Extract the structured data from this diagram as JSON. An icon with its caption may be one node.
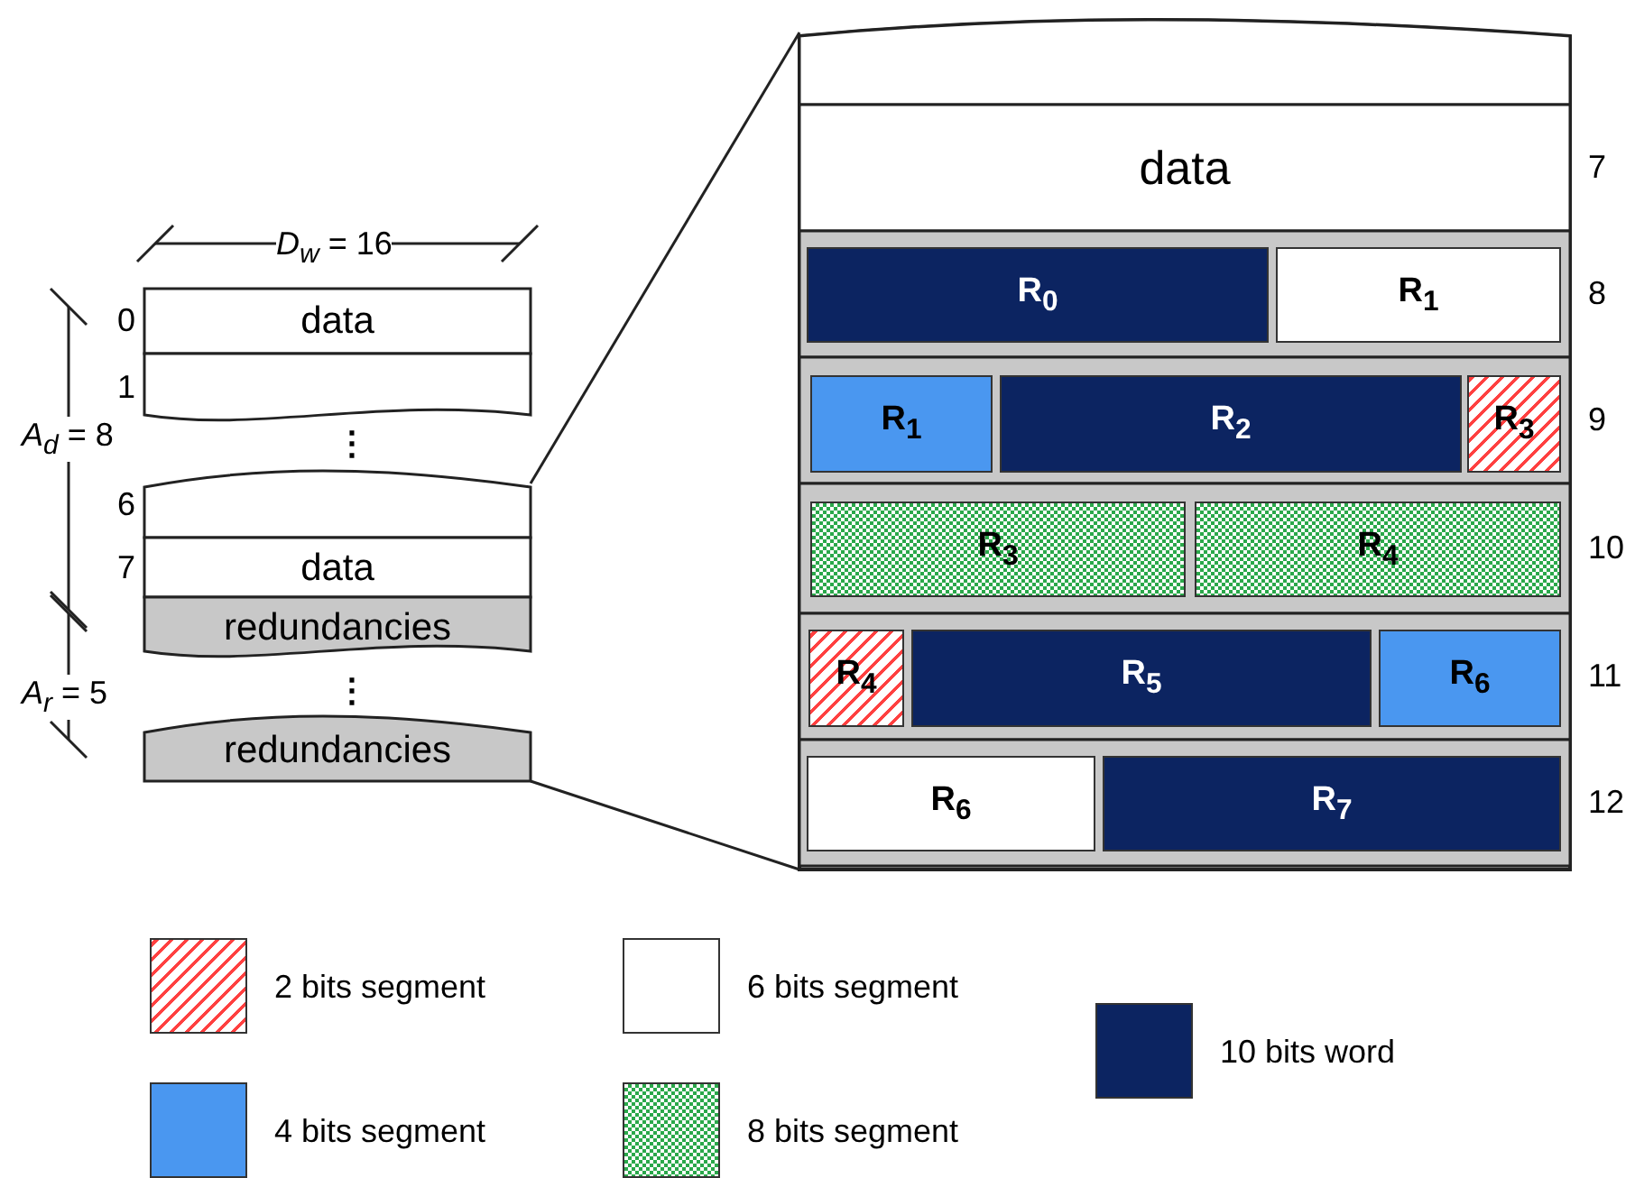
{
  "diagram": {
    "nodes": [
      {
        "text": [
          "data"
        ],
        "beside": [
          "0"
        ]
      },
      {
        "text": [],
        "shape": "box",
        "beside": [
          "1"
        ]
      },
      {
        "text": [],
        "shape": "box",
        "beside": [
          "6"
        ]
      },
      {
        "text": [
          "data"
        ],
        "beside": [
          "7"
        ]
      },
      {
        "text": [
          "redundancies"
        ]
      },
      {
        "text": [
          "redundancies"
        ]
      },
      {
        "text": [],
        "shape": "box"
      },
      {
        "text": [],
        "shape": "box",
        "in": 6
      },
      {
        "text": [
          "data"
        ],
        "in": 6,
        "beside": [
          "7"
        ]
      },
      {
        "text": [],
        "shape": "bar",
        "in": 6,
        "beside": [
          "8"
        ]
      },
      {
        "text": [],
        "shape": "bar",
        "in": 6,
        "beside": [
          "9"
        ]
      },
      {
        "text": [],
        "shape": "bar",
        "in": 6,
        "beside": [
          "10"
        ]
      },
      {
        "text": [],
        "shape": "bar",
        "in": 6,
        "beside": [
          "11"
        ]
      },
      {
        "text": [],
        "shape": "bar",
        "in": 6,
        "beside": [
          "12"
        ]
      },
      {
        "text": [
          "R$_{0}$"
        ],
        "in": 9
      },
      {
        "text": [
          "R$_{1}$"
        ],
        "in": 9
      },
      {
        "text": [
          "R$_{1}$"
        ],
        "in": 10
      },
      {
        "text": [
          "R$_{2}$"
        ],
        "in": 10
      },
      {
        "text": [
          "R$_{3}$"
        ],
        "in": 10
      },
      {
        "text": [
          "R$_{3}$"
        ],
        "in": 11
      },
      {
        "text": [
          "R$_{4}$"
        ],
        "in": 11
      },
      {
        "text": [
          "R$_{4}$"
        ],
        "in": 12
      },
      {
        "text": [
          "R$_{5}$"
        ],
        "in": 12
      },
      {
        "text": [
          "R$_{6}$"
        ],
        "in": 12
      },
      {
        "text": [
          "R$_{6}$"
        ],
        "in": 13
      },
      {
        "text": [
          "R$_{7}$"
        ],
        "in": 13
      }
    ],
    "edges": [
      {
        "from": 2,
        "to": 6,
        "arrow": "none"
      },
      {
        "from": 5,
        "to": 6,
        "arrow": "none"
      }
    ],
    "labels": [
      "*D*$_{w}$ = 16",
      "*A*$_{d}$ = 8",
      "⋮",
      "*A*$_{r}$ = 5",
      "⋮"
    ],
    "legend": [
      {
        "text": "2 bits segment"
      },
      {
        "text": "6 bits segment",
        "color": "#ffffff"
      },
      {
        "text": "10 bits word",
        "color": "#0c2461"
      },
      {
        "text": "4 bits segment",
        "color": "#4a97f0"
      },
      {
        "text": "8 bits segment"
      }
    ]
  }
}
